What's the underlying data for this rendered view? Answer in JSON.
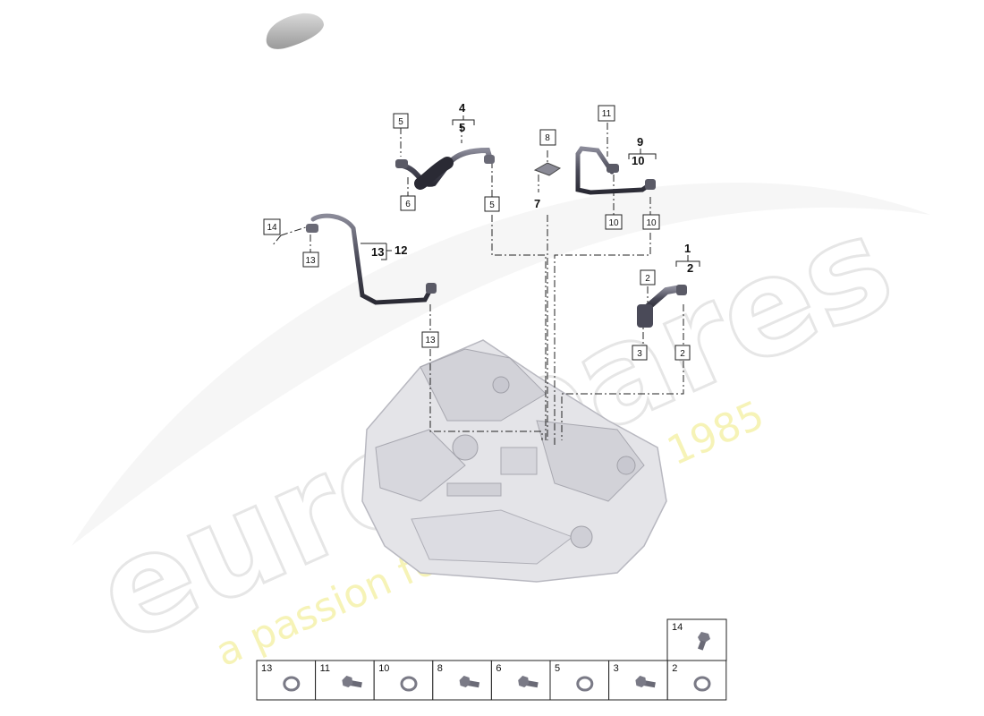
{
  "watermark": {
    "brand": "eurospares",
    "tagline": "a passion for parts since 1985"
  },
  "callouts": {
    "c1": "1",
    "c2": "2",
    "c4": "4",
    "c5top": "5",
    "c7": "7",
    "c9": "9",
    "c10top": "10",
    "c12": "12",
    "c13top": "13",
    "box_5a": "5",
    "box_6": "6",
    "box_5b": "5",
    "box_8": "8",
    "box_11": "11",
    "box_10a": "10",
    "box_10b": "10",
    "box_14": "14",
    "box_13a": "13",
    "box_13b": "13",
    "box_2a": "2",
    "box_3": "3",
    "box_2b": "2"
  },
  "legend": [
    {
      "label": "13",
      "part": "ring"
    },
    {
      "label": "11",
      "part": "bolt"
    },
    {
      "label": "10",
      "part": "ring"
    },
    {
      "label": "8",
      "part": "bolt"
    },
    {
      "label": "6",
      "part": "bolt"
    },
    {
      "label": "5",
      "part": "ring"
    },
    {
      "label": "3",
      "part": "bolt"
    },
    {
      "label": "2",
      "part": "ring"
    }
  ],
  "legend_top": {
    "label": "14",
    "part": "bolt"
  }
}
